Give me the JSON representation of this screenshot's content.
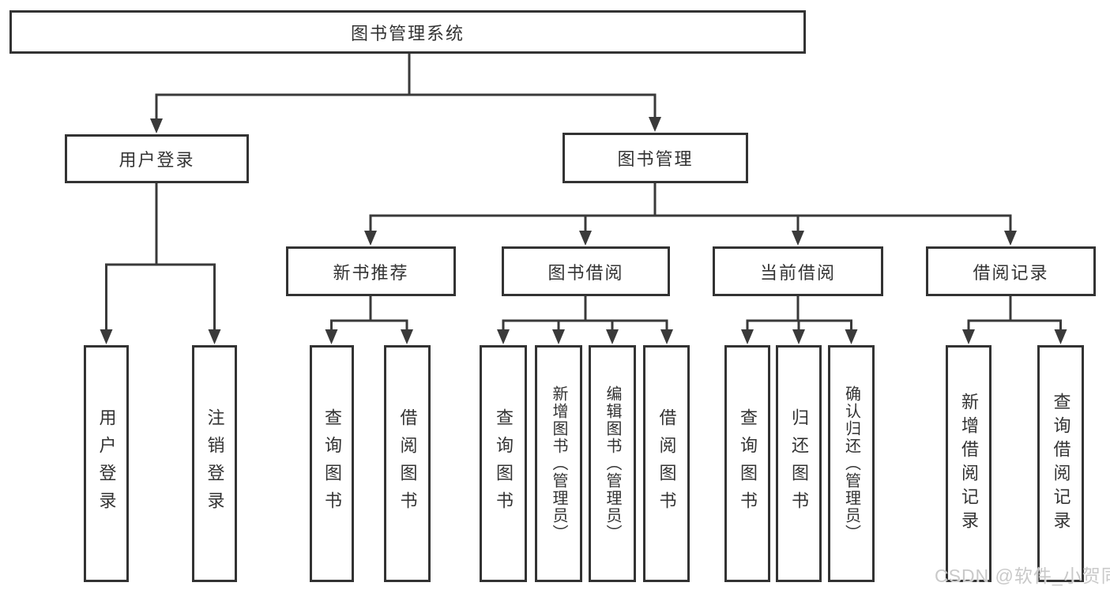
{
  "diagram_type": "hierarchy-tree",
  "colors": {
    "line": "#3a3a3a",
    "node_border": "#333333",
    "node_text": "#333333",
    "background": "#ffffff",
    "watermark": "#c9c9c9"
  },
  "watermark": {
    "text": "CSDN @软件_小贺同学"
  },
  "tree": {
    "label": "图书管理系统",
    "children": [
      {
        "label": "用户登录",
        "children": [
          {
            "label": "用户登录"
          },
          {
            "label": "注销登录"
          }
        ]
      },
      {
        "label": "图书管理",
        "children": [
          {
            "label": "新书推荐",
            "children": [
              {
                "label": "查询图书"
              },
              {
                "label": "借阅图书"
              }
            ]
          },
          {
            "label": "图书借阅",
            "children": [
              {
                "label": "查询图书"
              },
              {
                "label": "新增图书（管理员）"
              },
              {
                "label": "编辑图书（管理员）"
              },
              {
                "label": "借阅图书"
              }
            ]
          },
          {
            "label": "当前借阅",
            "children": [
              {
                "label": "查询图书"
              },
              {
                "label": "归还图书"
              },
              {
                "label": "确认归还（管理员）"
              }
            ]
          },
          {
            "label": "借阅记录",
            "children": [
              {
                "label": "新增借阅记录"
              },
              {
                "label": "查询借阅记录"
              }
            ]
          }
        ]
      }
    ]
  }
}
